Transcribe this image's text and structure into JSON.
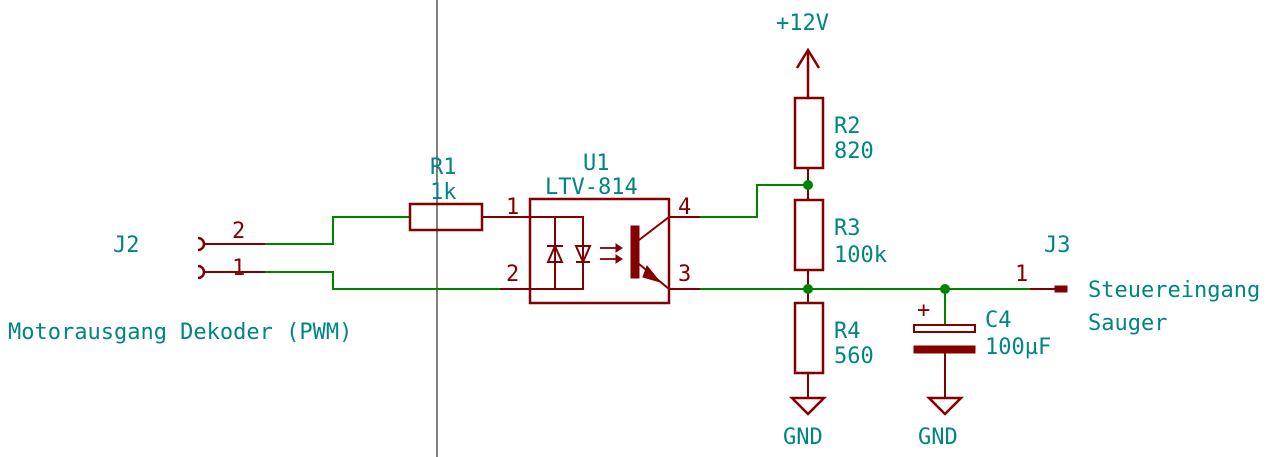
{
  "power": {
    "vcc_label": "+12V",
    "gnd_left_label": "GND",
    "gnd_right_label": "GND"
  },
  "j2": {
    "ref": "J2",
    "description": "Motorausgang Dekoder (PWM)",
    "pin_top": "2",
    "pin_bottom": "1"
  },
  "r1": {
    "ref": "R1",
    "value": "1k"
  },
  "u1": {
    "ref": "U1",
    "value": "LTV-814",
    "pin1": "1",
    "pin2": "2",
    "pin3": "3",
    "pin4": "4"
  },
  "r2": {
    "ref": "R2",
    "value": "820"
  },
  "r3": {
    "ref": "R3",
    "value": "100k"
  },
  "r4": {
    "ref": "R4",
    "value": "560"
  },
  "c4": {
    "ref": "C4",
    "value": "100µF",
    "polarity": "+"
  },
  "j3": {
    "ref": "J3",
    "pin": "1",
    "description_line1": "Steuereingang",
    "description_line2": "Sauger"
  },
  "colors": {
    "wire": "#008400",
    "component": "#840000",
    "label": "#008484"
  }
}
